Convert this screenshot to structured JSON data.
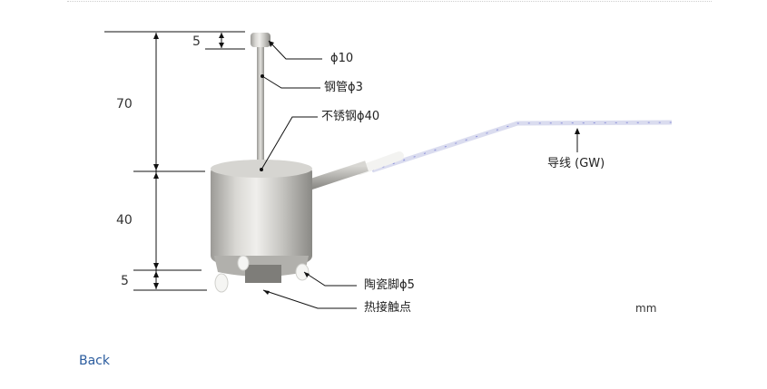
{
  "figure": {
    "dimensions": {
      "top_cap": "5",
      "tube_length": "70",
      "body_height": "40",
      "pin_height": "5"
    },
    "callouts": {
      "cap": "ϕ10",
      "tube": "钢管ϕ3",
      "body": "不锈钢ϕ40",
      "lead": "导线 (GW)",
      "ceramic_pins": "陶瓷脚ϕ5",
      "hot_junction": "热接触点"
    },
    "unit": "mm",
    "colors": {
      "line": "#111111",
      "steel_light": "#e2e2e0",
      "steel_dark": "#8d8c88",
      "wire": "#eef0f8",
      "wire_stripe": "#8a8ed8"
    }
  },
  "nav": {
    "back_label": "Back"
  }
}
